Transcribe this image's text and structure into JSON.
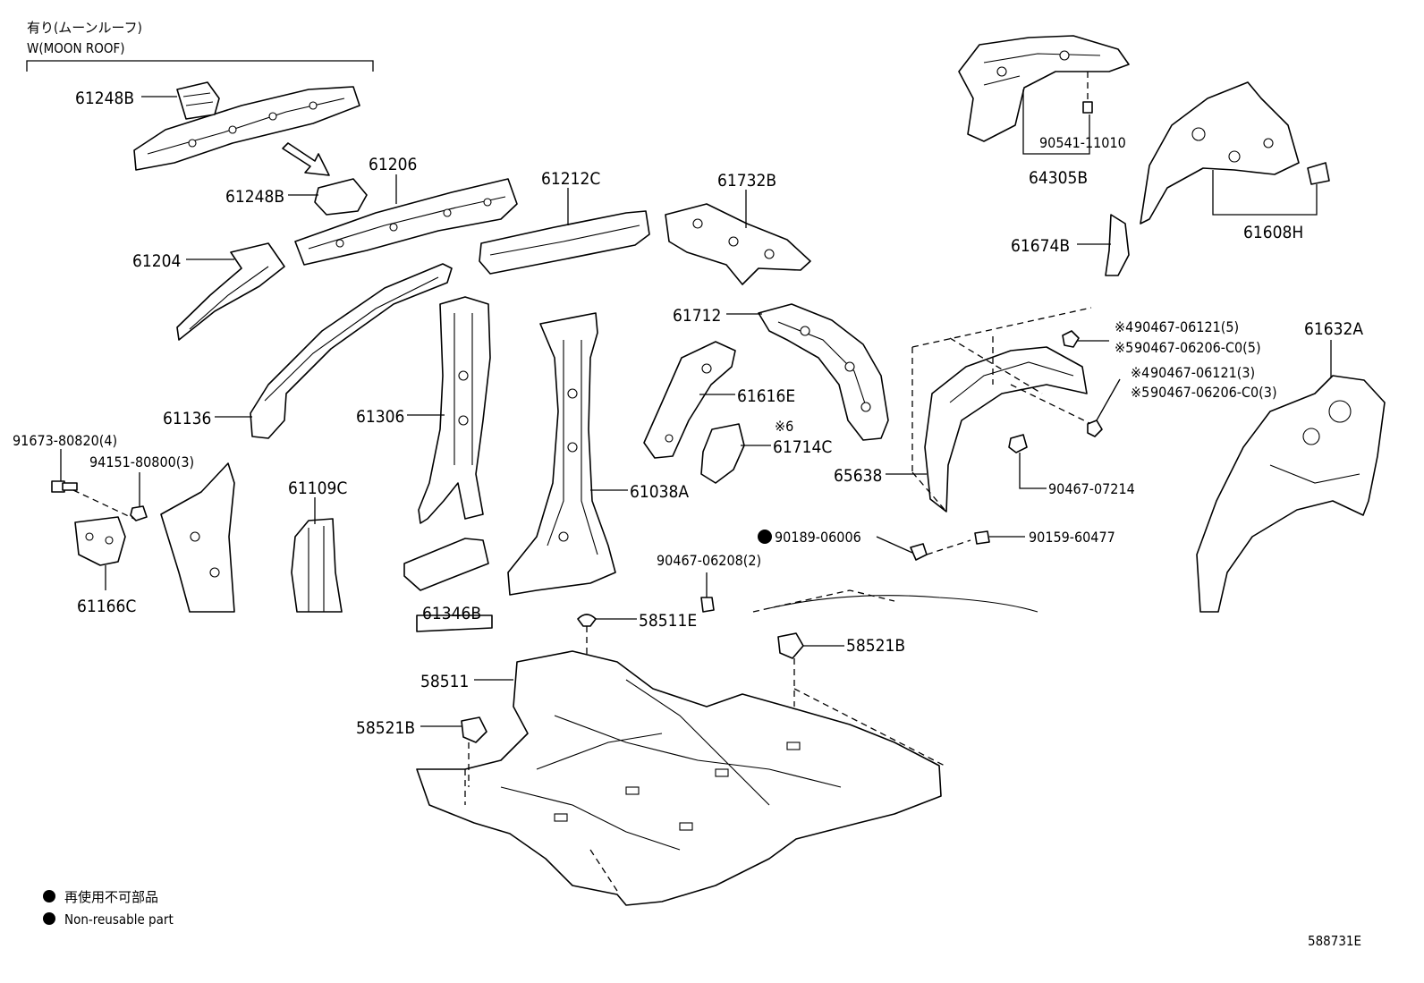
{
  "header": {
    "variant_jp": "有り(ムーンルーフ)",
    "variant_en": "W(MOON ROOF)"
  },
  "parts": {
    "p61248B_a": "61248B",
    "p61248B_b": "61248B",
    "p61206": "61206",
    "p61212C": "61212C",
    "p61732B": "61732B",
    "p61204": "61204",
    "p61136": "61136",
    "p61306": "61306",
    "p61712": "61712",
    "p61616E": "61616E",
    "p61714C": "61714C",
    "p61714C_note": "※6",
    "p61038A": "61038A",
    "p61109C": "61109C",
    "p61166C": "61166C",
    "p61346B": "61346B",
    "p91673": "91673-80820(4)",
    "p94151": "94151-80800(3)",
    "p64305B": "64305B",
    "p90541": "90541-11010",
    "p61608H": "61608H",
    "p61674B": "61674B",
    "p61632A": "61632A",
    "p65638": "65638",
    "p90467_06121_5": "90467-06121(5)",
    "p90467_06206_5": "90467-06206-C0(5)",
    "p90467_06121_3": "90467-06121(3)",
    "p90467_06206_3": "90467-06206-C0(3)",
    "note4a": "※4",
    "note5a": "※5",
    "note4b": "※4",
    "note5b": "※5",
    "p90467_07214": "90467-07214",
    "p90189": "90189-06006",
    "p90159": "90159-60477",
    "p90467_06208": "90467-06208(2)",
    "p58511E": "58511E",
    "p58521B_a": "58521B",
    "p58511": "58511",
    "p58521B_b": "58521B"
  },
  "legend": {
    "jp": "再使用不可部品",
    "en": "Non-reusable part"
  },
  "figure_id": "588731E"
}
